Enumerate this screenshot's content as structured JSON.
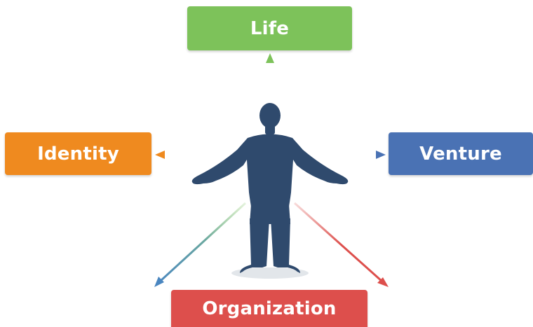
{
  "nodes": {
    "life": {
      "label": "Life",
      "color": "#7dc25a"
    },
    "identity": {
      "label": "Identity",
      "color": "#ef8a1f"
    },
    "venture": {
      "label": "Venture",
      "color": "#4a72b4"
    },
    "organization": {
      "label": "Organization",
      "color": "#dd4f4c"
    }
  },
  "figure": {
    "color": "#2f4a6d",
    "shadow": "#d9dde2"
  }
}
